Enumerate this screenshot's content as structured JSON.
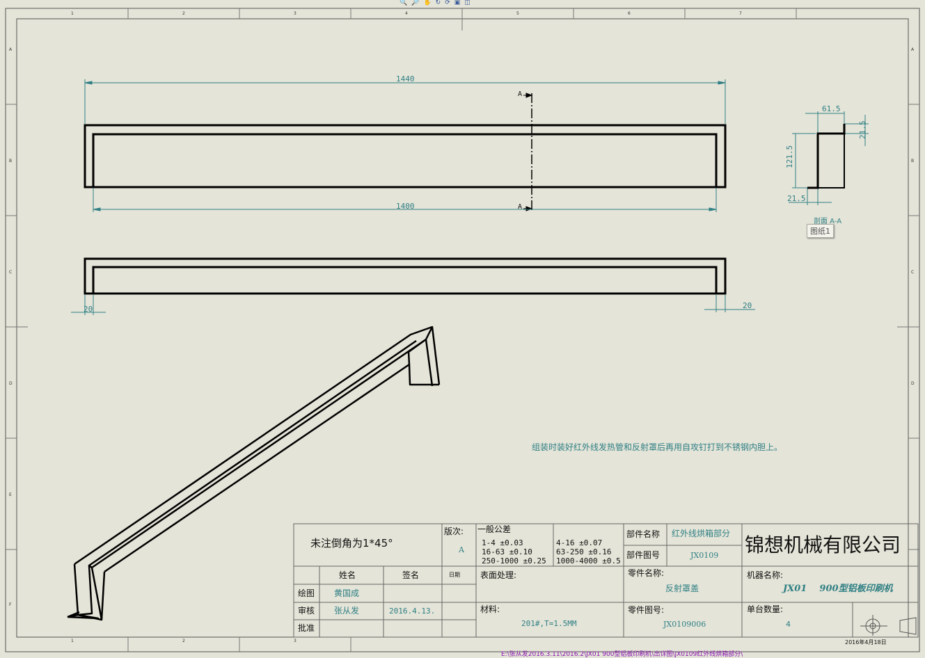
{
  "toolbar": {
    "icons": [
      "zoom-fit-icon",
      "zoom-area-icon",
      "pan-icon",
      "rotate-icon",
      "refresh-icon",
      "view-icon",
      "display-icon"
    ]
  },
  "ruler": {
    "columns": [
      "1",
      "2",
      "3",
      "4",
      "5",
      "6",
      "7"
    ],
    "rows": [
      "A",
      "B",
      "C",
      "D",
      "E",
      "F"
    ]
  },
  "dimensions": {
    "top_overall": "1440",
    "top_inner": "1400",
    "front_left_flange": "20",
    "front_right_flange": "20",
    "section_width": "61.5",
    "section_height": "121.5",
    "section_top_lip": "21.5",
    "section_bottom_lip": "21.5",
    "section_marker_top": "A",
    "section_marker_bottom": "A",
    "section_label": "剖面 A-A"
  },
  "sheet_tab": "图纸1",
  "note": "组装时装好红外线发热管和反射罩后再用自攻钉打到不锈钢内胆上。",
  "title_block": {
    "chamfer_note": "未注倒角为1*45°",
    "version_label": "版次:",
    "version_value": "A",
    "tolerance_title": "一般公差",
    "tol_1": "1-4  ±0.03",
    "tol_2": "16-63  ±0.10",
    "tol_3": "250-1000  ±0.25",
    "tol_4": "4-16  ±0.07",
    "tol_5": "63-250  ±0.16",
    "tol_6": "1000-4000  ±0.5",
    "part_name_label": "部件名称",
    "part_name_value": "红外线烘箱部分",
    "part_no_label": "部件图号",
    "part_no_value": "JX0109",
    "company": "锦想机械有限公司",
    "name_header": "姓名",
    "sign_header": "签名",
    "date_header": "日期",
    "draw_label": "绘图",
    "draw_name": "黄国成",
    "check_label": "审核",
    "check_name": "张从发",
    "check_date": "2016.4.13.",
    "approve_label": "批准",
    "surface_label": "表面处理:",
    "material_label": "材料:",
    "material_value": "201#,T=1.5MM",
    "component_name_label": "零件名称:",
    "component_name_value": "反射罩盖",
    "component_no_label": "零件图号:",
    "component_no_value": "JX0109006",
    "machine_label": "机器名称:",
    "machine_value": "JX01    900型铝板印刷机",
    "qty_label": "单台数量:",
    "qty_value": "4",
    "date_print": "2016年4月18日"
  },
  "file_path": "E:\\张从发2016.3.11\\2016.2\\JX01  900型铝板印刷机\\出详图\\JX0109红外线烘箱部分\\"
}
